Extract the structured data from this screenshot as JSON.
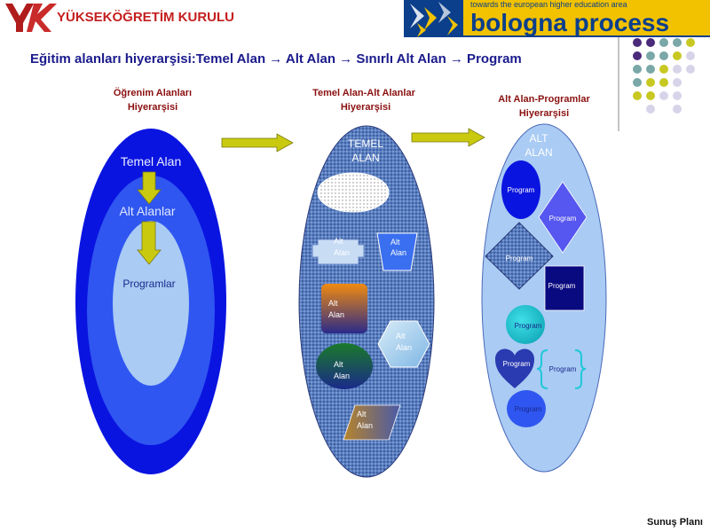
{
  "header": {
    "org_name": "YÜKSEKÖĞRETİM KURULU",
    "bologna_tagline": "towards the european higher education area",
    "bologna_name": "bologna process"
  },
  "slide": {
    "title_part1": "Eğitim alanları hiyerarşisi:",
    "title_part2": "Temel Alan → Alt Alan → Sınırlı Alt Alan → Program"
  },
  "panel1": {
    "heading_line1": "Öğrenim Alanları",
    "heading_line2": "Hiyerarşisi",
    "outer_label": "Temel Alan",
    "middle_label": "Alt Alanlar",
    "inner_label": "Programlar"
  },
  "panel2": {
    "heading_line1": "Temel Alan-Alt Alanlar",
    "heading_line2": "Hiyerarşisi",
    "title_line1": "TEMEL",
    "title_line2": "ALAN",
    "shapes": [
      {
        "line1": "Alt",
        "line2": "Alan"
      },
      {
        "line1": "Alt",
        "line2": "Alan"
      },
      {
        "line1": "Alt",
        "line2": "Alan"
      },
      {
        "line1": "Alt",
        "line2": "Alan"
      },
      {
        "line1": "Alt",
        "line2": "Alan"
      },
      {
        "line1": "Alt",
        "line2": "Alan"
      }
    ]
  },
  "panel3": {
    "heading_line1": "Alt Alan-Programlar",
    "heading_line2": "Hiyerarşisi",
    "title_line1": "ALT",
    "title_line2": "ALAN",
    "programs": [
      "Program",
      "Program",
      "Program",
      "Program",
      "Program",
      "Program",
      "Program",
      "Program"
    ]
  },
  "footer": {
    "label": "Sunuş Planı"
  },
  "colors": {
    "title_blue": "#1a1a8c",
    "heading_red": "#8b1010",
    "outer_blue": "#0a14e0",
    "mid_blue": "#2f56f0",
    "inner_blue": "#a9cbf4",
    "arrow_yellow": "#c9c910",
    "dot_purple": "#4b2a7b",
    "dot_teal": "#7aa7a7",
    "dot_yellow": "#c8c822",
    "dot_lilac": "#d7d4ea"
  }
}
